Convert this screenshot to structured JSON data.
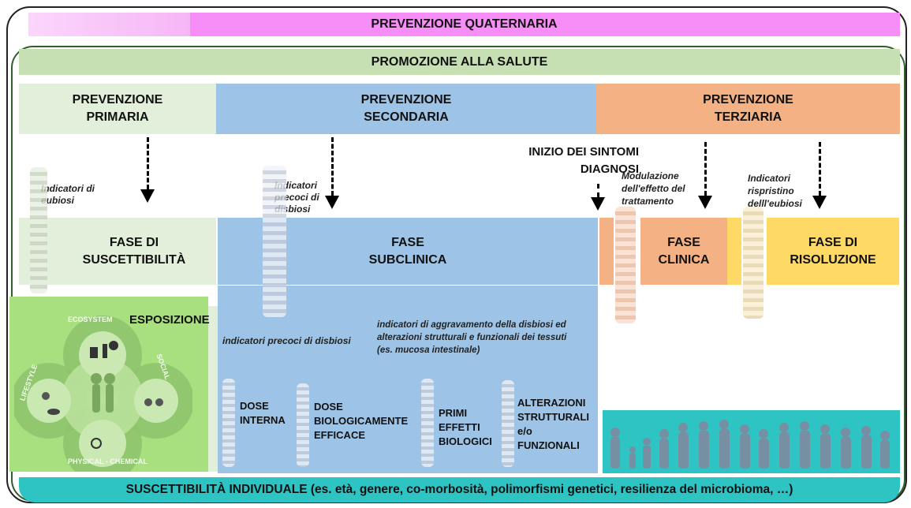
{
  "header": {
    "quaternaria": "PREVENZIONE QUATERNARIA",
    "promozione": "PROMOZIONE ALLA SALUTE"
  },
  "prevention": {
    "primaria": "PREVENZIONE\nPRIMARIA",
    "secondaria": "PREVENZIONE\nSECONDARIA",
    "terziaria": "PREVENZIONE\nTERZIARIA"
  },
  "annotations": {
    "indicatori_eubiosi": "Indicatori di\neubiosi",
    "indicatori_precoci": "Indicatori\nprecoci di\ndisbiosi",
    "inizio_sintomi": "INIZIO DEI SINTOMI\nDIAGNOSI",
    "modulazione": "Modulazione\ndell'effetto del\ntrattamento",
    "ripristino": "Indicatori\nrispristino\ndelll'eubiosi"
  },
  "phases": {
    "suscettibilita": "FASE DI\nSUSCETTIBILITÀ",
    "subclinica": "FASE\nSUBCLINICA",
    "clinica": "FASE\nCLINICA",
    "risoluzione": "FASE DI\nRISOLUZIONE"
  },
  "exposure": {
    "label": "ESPOSIZIONE",
    "ring_labels": [
      "ECOSYSTEM",
      "SOCIAL",
      "PHYSICAL - CHEMICAL",
      "LIFESTYLE"
    ]
  },
  "subclinical": {
    "precoci_text": "indicatori precoci di disbiosi",
    "aggravamento_text": "indicatori di aggravamento della disbiosi  ed\nalterazioni strutturali e funzionali dei tessuti\n(es. mucosa intestinale)",
    "dose_interna": "DOSE\nINTERNA",
    "dose_bio": "DOSE\nBIOLOGICAMENTE\nEFFICACE",
    "primi_effetti": "PRIMI\nEFFETTI\nBIOLOGICI",
    "alterazioni": "ALTERAZIONI\nSTRUTTURALI\ne/o\nFUNZIONALI"
  },
  "footer": "SUSCETTIBILITÀ INDIVIDUALE (es. età, genere, co-morbosità, polimorfismi genetici, resilienza del microbioma, …)",
  "colors": {
    "pink": "#f78df7",
    "green_header": "#c6e0b4",
    "green_light": "#e2efda",
    "blue": "#9dc3e6",
    "orange": "#f4b183",
    "yellow": "#ffd966",
    "teal": "#2ec4c4",
    "exposure_green": "#a9e07f"
  }
}
